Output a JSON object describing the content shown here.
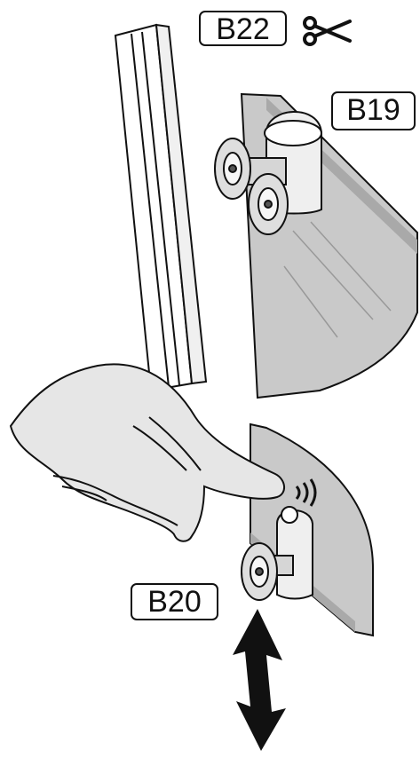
{
  "labels": {
    "b22": "B22",
    "b19": "B19",
    "b20": "B20"
  },
  "icons": {
    "scissors": "scissors-icon",
    "double_arrow": "double-headed-arrow-icon"
  },
  "colors": {
    "line": "#111111",
    "glass_fill": "#c9c9c9",
    "glass_shadow": "#a9a9a9",
    "hand_fill": "#e6e6e6",
    "wheel_fill": "#dedede",
    "paper": "#ffffff"
  }
}
